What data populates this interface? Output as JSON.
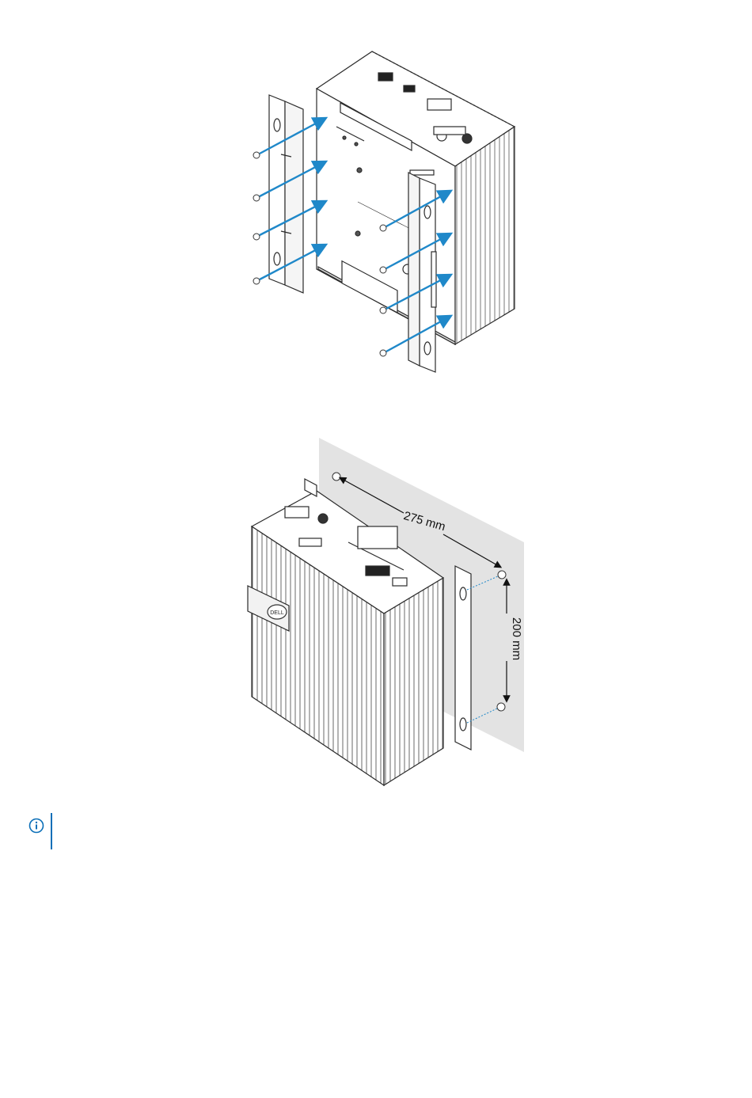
{
  "figure_top": {
    "description_icon": "wall-mount-brackets-assembly"
  },
  "figure_bottom": {
    "dim_horizontal_label": "275 mm",
    "dim_vertical_label": "200 mm",
    "logo_text": "DELL"
  },
  "note": {
    "icon": "info-circle-icon",
    "text": ""
  },
  "colors": {
    "arrow_blue": "#1f88c9",
    "note_blue": "#0b6fb8",
    "wall_gray": "#e3e3e3",
    "line": "#2b2b2b"
  }
}
